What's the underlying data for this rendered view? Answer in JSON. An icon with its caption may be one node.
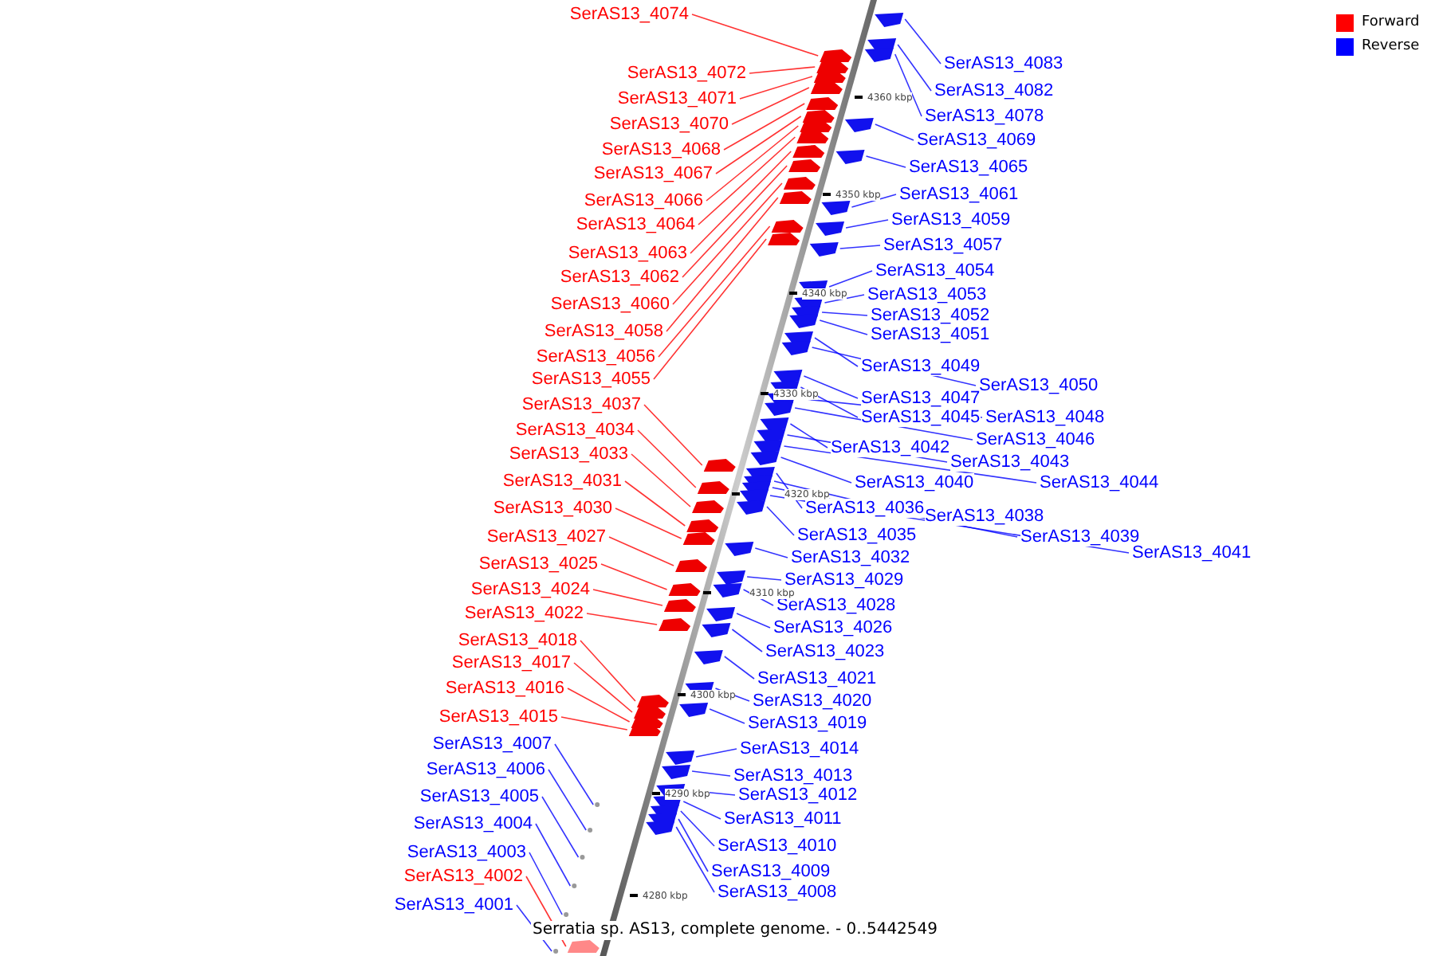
{
  "diagram": {
    "caption": "Serratia sp. AS13, complete genome. - 0..5442549",
    "nodes": [
      {
        "text": [
          "SerAS13_4074"
        ]
      },
      {
        "text": [
          "SerAS13_4072"
        ]
      },
      {
        "text": [
          "SerAS13_4071"
        ]
      },
      {
        "text": [
          "SerAS13_4070"
        ]
      },
      {
        "text": [
          "SerAS13_4068"
        ]
      },
      {
        "text": [
          "SerAS13_4067"
        ]
      },
      {
        "text": [
          "SerAS13_4066"
        ]
      },
      {
        "text": [
          "SerAS13_4064"
        ]
      },
      {
        "text": [
          "SerAS13_4063"
        ]
      },
      {
        "text": [
          "SerAS13_4062"
        ]
      },
      {
        "text": [
          "SerAS13_4060"
        ]
      },
      {
        "text": [
          "SerAS13_4058"
        ]
      },
      {
        "text": [
          "SerAS13_4056"
        ]
      },
      {
        "text": [
          "SerAS13_4055"
        ]
      },
      {
        "text": [
          "SerAS13_4037"
        ]
      },
      {
        "text": [
          "SerAS13_4034"
        ]
      },
      {
        "text": [
          "SerAS13_4033"
        ]
      },
      {
        "text": [
          "SerAS13_4031"
        ]
      },
      {
        "text": [
          "SerAS13_4030"
        ]
      },
      {
        "text": [
          "SerAS13_4027"
        ]
      },
      {
        "text": [
          "SerAS13_4025"
        ]
      },
      {
        "text": [
          "SerAS13_4024"
        ]
      },
      {
        "text": [
          "SerAS13_4022"
        ]
      },
      {
        "text": [
          "SerAS13_4018"
        ]
      },
      {
        "text": [
          "SerAS13_4017"
        ]
      },
      {
        "text": [
          "SerAS13_4016"
        ]
      },
      {
        "text": [
          "SerAS13_4015"
        ]
      },
      {
        "text": [
          "SerAS13_4007"
        ]
      },
      {
        "text": [
          "SerAS13_4006"
        ]
      },
      {
        "text": [
          "SerAS13_4005"
        ]
      },
      {
        "text": [
          "SerAS13_4004"
        ]
      },
      {
        "text": [
          "SerAS13_4003"
        ]
      },
      {
        "text": [
          "SerAS13_4002"
        ]
      },
      {
        "text": [
          "SerAS13_4001"
        ]
      },
      {
        "text": [
          "SerAS13_4083"
        ]
      },
      {
        "text": [
          "SerAS13_4082"
        ]
      },
      {
        "text": [
          "SerAS13_4078"
        ]
      },
      {
        "text": [
          "SerAS13_4069"
        ]
      },
      {
        "text": [
          "SerAS13_4065"
        ]
      },
      {
        "text": [
          "SerAS13_4061"
        ]
      },
      {
        "text": [
          "SerAS13_4059"
        ]
      },
      {
        "text": [
          "SerAS13_4057"
        ]
      },
      {
        "text": [
          "SerAS13_4054"
        ]
      },
      {
        "text": [
          "SerAS13_4053"
        ]
      },
      {
        "text": [
          "SerAS13_4052"
        ]
      },
      {
        "text": [
          "SerAS13_4051"
        ]
      },
      {
        "text": [
          "SerAS13_4049"
        ]
      },
      {
        "text": [
          "SerAS13_4050"
        ]
      },
      {
        "text": [
          "SerAS13_4047"
        ]
      },
      {
        "text": [
          "SerAS13_4045"
        ]
      },
      {
        "text": [
          "SerAS13_4048"
        ]
      },
      {
        "text": [
          "SerAS13_4046"
        ]
      },
      {
        "text": [
          "SerAS13_4042"
        ]
      },
      {
        "text": [
          "SerAS13_4043"
        ]
      },
      {
        "text": [
          "SerAS13_4044"
        ]
      },
      {
        "text": [
          "SerAS13_4040"
        ]
      },
      {
        "text": [
          "SerAS13_4036"
        ]
      },
      {
        "text": [
          "SerAS13_4038"
        ]
      },
      {
        "text": [
          "SerAS13_4039"
        ]
      },
      {
        "text": [
          "SerAS13_4041"
        ]
      },
      {
        "text": [
          "SerAS13_4035"
        ]
      },
      {
        "text": [
          "SerAS13_4032"
        ]
      },
      {
        "text": [
          "SerAS13_4029"
        ]
      },
      {
        "text": [
          "SerAS13_4028"
        ]
      },
      {
        "text": [
          "SerAS13_4026"
        ]
      },
      {
        "text": [
          "SerAS13_4023"
        ]
      },
      {
        "text": [
          "SerAS13_4021"
        ]
      },
      {
        "text": [
          "SerAS13_4020"
        ]
      },
      {
        "text": [
          "SerAS13_4019"
        ]
      },
      {
        "text": [
          "SerAS13_4014"
        ]
      },
      {
        "text": [
          "SerAS13_4013"
        ]
      },
      {
        "text": [
          "SerAS13_4012"
        ]
      },
      {
        "text": [
          "SerAS13_4011"
        ]
      },
      {
        "text": [
          "SerAS13_4010"
        ]
      },
      {
        "text": [
          "SerAS13_4009"
        ]
      },
      {
        "text": [
          "SerAS13_4008"
        ]
      },
      {
        "text": [],
        "shape": "box"
      },
      {
        "text": [],
        "shape": "box"
      },
      {
        "text": [],
        "shape": "box"
      },
      {
        "text": [],
        "shape": "box"
      },
      {
        "text": [],
        "shape": "box"
      },
      {
        "text": [],
        "shape": "box"
      },
      {
        "text": [],
        "shape": "box"
      },
      {
        "text": [],
        "shape": "box"
      },
      {
        "text": [],
        "shape": "box"
      },
      {
        "text": [],
        "shape": "box"
      },
      {
        "text": [],
        "shape": "box"
      },
      {
        "text": [],
        "shape": "box"
      },
      {
        "text": [],
        "shape": "box"
      },
      {
        "text": [],
        "shape": "box"
      },
      {
        "text": [],
        "shape": "box"
      },
      {
        "text": [],
        "shape": "box"
      },
      {
        "text": [],
        "shape": "box"
      },
      {
        "text": [],
        "shape": "box"
      },
      {
        "text": [],
        "shape": "box"
      },
      {
        "text": [],
        "shape": "box"
      },
      {
        "text": [],
        "shape": "box"
      },
      {
        "text": [],
        "shape": "box"
      },
      {
        "text": [],
        "shape": "box"
      },
      {
        "text": [],
        "shape": "box"
      },
      {
        "text": [],
        "shape": "box"
      },
      {
        "text": [],
        "shape": "box"
      },
      {
        "text": [],
        "shape": "box"
      },
      {
        "text": [],
        "shape": "box"
      },
      {
        "text": [],
        "shape": "box"
      },
      {
        "text": [],
        "shape": "box"
      },
      {
        "text": [],
        "shape": "box"
      },
      {
        "text": [],
        "shape": "box"
      },
      {
        "text": [],
        "shape": "box"
      },
      {
        "text": [],
        "shape": "box"
      },
      {
        "text": [],
        "shape": "box"
      },
      {
        "text": [],
        "shape": "box"
      },
      {
        "text": [],
        "shape": "box"
      },
      {
        "text": [],
        "shape": "box"
      },
      {
        "text": [],
        "shape": "box"
      },
      {
        "text": [],
        "shape": "box"
      },
      {
        "text": [],
        "shape": "box"
      },
      {
        "text": [],
        "shape": "box"
      },
      {
        "text": [],
        "shape": "box"
      },
      {
        "text": [],
        "shape": "box"
      },
      {
        "text": [],
        "shape": "box"
      },
      {
        "text": [],
        "shape": "box"
      },
      {
        "text": [],
        "shape": "box"
      },
      {
        "text": [],
        "shape": "box"
      },
      {
        "text": [],
        "shape": "box"
      },
      {
        "text": [],
        "shape": "box"
      },
      {
        "text": [],
        "shape": "box"
      },
      {
        "text": [],
        "shape": "box"
      },
      {
        "text": [],
        "shape": "box"
      },
      {
        "text": [],
        "shape": "box"
      },
      {
        "text": [],
        "shape": "box"
      },
      {
        "text": [],
        "shape": "box"
      },
      {
        "text": [],
        "shape": "box"
      },
      {
        "text": [],
        "shape": "box"
      },
      {
        "text": [],
        "shape": "box"
      },
      {
        "text": [],
        "shape": "box"
      },
      {
        "text": [],
        "shape": "box"
      },
      {
        "text": [],
        "shape": "box"
      },
      {
        "text": [],
        "shape": "box"
      },
      {
        "text": [],
        "shape": "box"
      },
      {
        "text": [],
        "shape": "box"
      },
      {
        "text": [],
        "shape": "box"
      },
      {
        "text": [],
        "shape": "circle"
      },
      {
        "text": [],
        "shape": "box"
      },
      {
        "text": [],
        "shape": "box"
      },
      {
        "text": [],
        "shape": "box"
      },
      {
        "text": [],
        "shape": "circle"
      },
      {
        "text": [],
        "shape": "circle"
      },
      {
        "text": [],
        "shape": "circle"
      },
      {
        "text": [],
        "shape": "circle"
      },
      {
        "text": [],
        "shape": "box"
      },
      {
        "text": [],
        "shape": "circle"
      }
    ],
    "edges": [
      {
        "from": 0,
        "to": 79,
        "arrow": "none",
        "color": "#ff0000"
      },
      {
        "from": 1,
        "to": 80,
        "arrow": "none",
        "color": "#ff0000"
      },
      {
        "from": 2,
        "to": 81,
        "arrow": "none",
        "color": "#ff0000"
      },
      {
        "from": 3,
        "to": 82,
        "arrow": "none",
        "color": "#ff0000"
      },
      {
        "from": 4,
        "to": 83,
        "arrow": "none",
        "color": "#ff0000"
      },
      {
        "from": 5,
        "to": 84,
        "arrow": "none",
        "color": "#ff0000"
      },
      {
        "from": 6,
        "to": 86,
        "arrow": "none",
        "color": "#ff0000"
      },
      {
        "from": 7,
        "to": 87,
        "arrow": "none",
        "color": "#ff0000"
      },
      {
        "from": 8,
        "to": 88,
        "arrow": "none",
        "color": "#ff0000"
      },
      {
        "from": 9,
        "to": 90,
        "arrow": "none",
        "color": "#ff0000"
      },
      {
        "from": 10,
        "to": 91,
        "arrow": "none",
        "color": "#ff0000"
      },
      {
        "from": 11,
        "to": 92,
        "arrow": "none",
        "color": "#ff0000"
      },
      {
        "from": 12,
        "to": 94,
        "arrow": "none",
        "color": "#ff0000"
      },
      {
        "from": 13,
        "to": 96,
        "arrow": "none",
        "color": "#ff0000"
      },
      {
        "from": 14,
        "to": 112,
        "arrow": "none",
        "color": "#ff0000"
      },
      {
        "from": 15,
        "to": 115,
        "arrow": "none",
        "color": "#ff0000"
      },
      {
        "from": 16,
        "to": 118,
        "arrow": "none",
        "color": "#ff0000"
      },
      {
        "from": 17,
        "to": 120,
        "arrow": "none",
        "color": "#ff0000"
      },
      {
        "from": 18,
        "to": 121,
        "arrow": "none",
        "color": "#ff0000"
      },
      {
        "from": 19,
        "to": 123,
        "arrow": "none",
        "color": "#ff0000"
      },
      {
        "from": 20,
        "to": 125,
        "arrow": "none",
        "color": "#ff0000"
      },
      {
        "from": 21,
        "to": 127,
        "arrow": "none",
        "color": "#ff0000"
      },
      {
        "from": 22,
        "to": 129,
        "arrow": "none",
        "color": "#ff0000"
      },
      {
        "from": 23,
        "to": 133,
        "arrow": "none",
        "color": "#ff0000"
      },
      {
        "from": 24,
        "to": 135,
        "arrow": "none",
        "color": "#ff0000"
      },
      {
        "from": 25,
        "to": 136,
        "arrow": "none",
        "color": "#ff0000"
      },
      {
        "from": 26,
        "to": 137,
        "arrow": "none",
        "color": "#ff0000"
      },
      {
        "from": 27,
        "to": 142,
        "arrow": "none"
      },
      {
        "from": 28,
        "to": 146,
        "arrow": "none"
      },
      {
        "from": 29,
        "to": 147,
        "arrow": "none"
      },
      {
        "from": 30,
        "to": 148,
        "arrow": "none"
      },
      {
        "from": 31,
        "to": 149,
        "arrow": "none"
      },
      {
        "from": 32,
        "to": 150,
        "arrow": "none",
        "color": "#ff0000"
      },
      {
        "from": 33,
        "to": 151,
        "arrow": "none"
      },
      {
        "from": 34,
        "to": 76,
        "arrow": "none"
      },
      {
        "from": 35,
        "to": 77,
        "arrow": "none"
      },
      {
        "from": 36,
        "to": 78,
        "arrow": "none"
      },
      {
        "from": 37,
        "to": 85,
        "arrow": "none"
      },
      {
        "from": 38,
        "to": 89,
        "arrow": "none"
      },
      {
        "from": 39,
        "to": 93,
        "arrow": "none"
      },
      {
        "from": 40,
        "to": 95,
        "arrow": "none"
      },
      {
        "from": 41,
        "to": 97,
        "arrow": "none"
      },
      {
        "from": 42,
        "to": 98,
        "arrow": "none"
      },
      {
        "from": 43,
        "to": 99,
        "arrow": "none"
      },
      {
        "from": 44,
        "to": 100,
        "arrow": "none"
      },
      {
        "from": 45,
        "to": 101,
        "arrow": "none"
      },
      {
        "from": 46,
        "to": 102,
        "arrow": "none"
      },
      {
        "from": 47,
        "to": 103,
        "arrow": "none"
      },
      {
        "from": 48,
        "to": 104,
        "arrow": "none"
      },
      {
        "from": 49,
        "to": 105,
        "arrow": "none"
      },
      {
        "from": 50,
        "to": 106,
        "arrow": "none"
      },
      {
        "from": 51,
        "to": 107,
        "arrow": "none"
      },
      {
        "from": 52,
        "to": 108,
        "arrow": "none"
      },
      {
        "from": 53,
        "to": 109,
        "arrow": "none"
      },
      {
        "from": 54,
        "to": 110,
        "arrow": "none"
      },
      {
        "from": 55,
        "to": 111,
        "arrow": "none"
      },
      {
        "from": 56,
        "to": 113,
        "arrow": "none"
      },
      {
        "from": 57,
        "to": 114,
        "arrow": "none"
      },
      {
        "from": 58,
        "to": 116,
        "arrow": "none"
      },
      {
        "from": 59,
        "to": 117,
        "arrow": "none"
      },
      {
        "from": 60,
        "to": 119,
        "arrow": "none"
      },
      {
        "from": 61,
        "to": 122,
        "arrow": "none"
      },
      {
        "from": 62,
        "to": 124,
        "arrow": "none"
      },
      {
        "from": 63,
        "to": 126,
        "arrow": "none"
      },
      {
        "from": 64,
        "to": 128,
        "arrow": "none"
      },
      {
        "from": 65,
        "to": 130,
        "arrow": "none"
      },
      {
        "from": 66,
        "to": 131,
        "arrow": "none"
      },
      {
        "from": 67,
        "to": 132,
        "arrow": "none"
      },
      {
        "from": 68,
        "to": 134,
        "arrow": "none"
      },
      {
        "from": 69,
        "to": 138,
        "arrow": "none"
      },
      {
        "from": 70,
        "to": 139,
        "arrow": "none"
      },
      {
        "from": 71,
        "to": 140,
        "arrow": "none"
      },
      {
        "from": 72,
        "to": 141,
        "arrow": "none"
      },
      {
        "from": 73,
        "to": 143,
        "arrow": "none"
      },
      {
        "from": 74,
        "to": 144,
        "arrow": "none"
      },
      {
        "from": 75,
        "to": 145,
        "arrow": "none"
      }
    ],
    "labels": [
      "4360 kbp",
      "4350 kbp",
      "4340 kbp",
      "4330 kbp",
      "4320 kbp",
      "4310 kbp",
      "4300 kbp",
      "4290 kbp",
      "4280 kbp"
    ],
    "legend": [
      {
        "text": "Forward",
        "color": "#ff0000"
      },
      {
        "text": "Reverse",
        "color": "#0000ff"
      }
    ]
  }
}
